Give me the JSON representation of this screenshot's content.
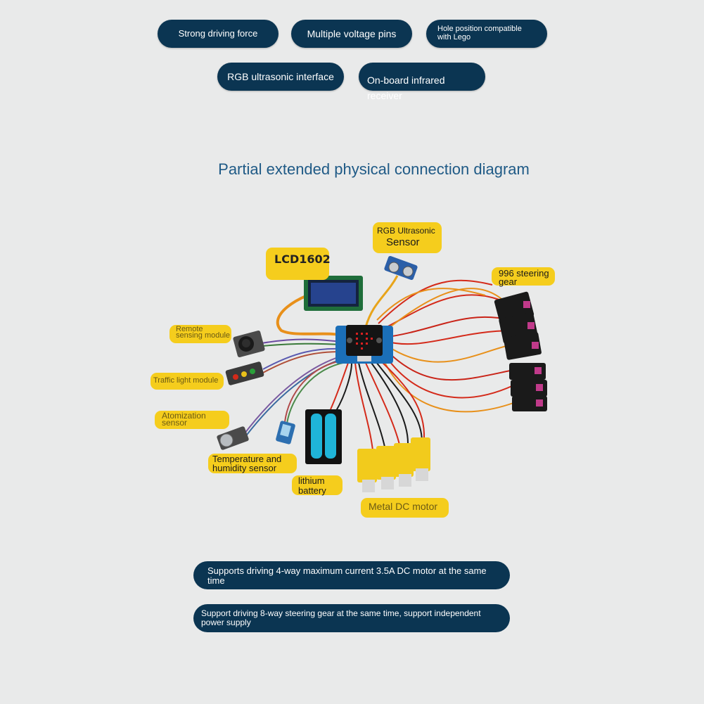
{
  "features": [
    {
      "label": "Strong driving force"
    },
    {
      "label": "Multiple voltage pins"
    },
    {
      "label": "Hole position compatible with Lego"
    },
    {
      "label": "RGB ultrasonic interface"
    },
    {
      "label": "On-board infrared receiver"
    }
  ],
  "diagram": {
    "title": "Partial extended physical connection diagram",
    "labels": {
      "lcd": "LCD1602",
      "rgb_line1": "RGB Ultrasonic",
      "rgb_line2": "Sensor",
      "steering": "996 steering gear",
      "remote": "Remote sensing module",
      "traffic": "Traffic light module",
      "atomization": "Atomization sensor",
      "temperature": "Temperature and humidity sensor",
      "battery": "lithium battery",
      "motor": "Metal DC motor"
    },
    "colors": {
      "board": "#1b6fb8",
      "wire_red": "#d42a1a",
      "wire_orange": "#e8901a",
      "label_bg": "#f5cd1d",
      "pill_bg": "#0b3552"
    }
  },
  "info": [
    {
      "text": "Supports driving 4-way maximum current 3.5A DC motor at the same time"
    },
    {
      "text": "Support driving 8-way steering gear at the same time, support independent power supply"
    }
  ]
}
